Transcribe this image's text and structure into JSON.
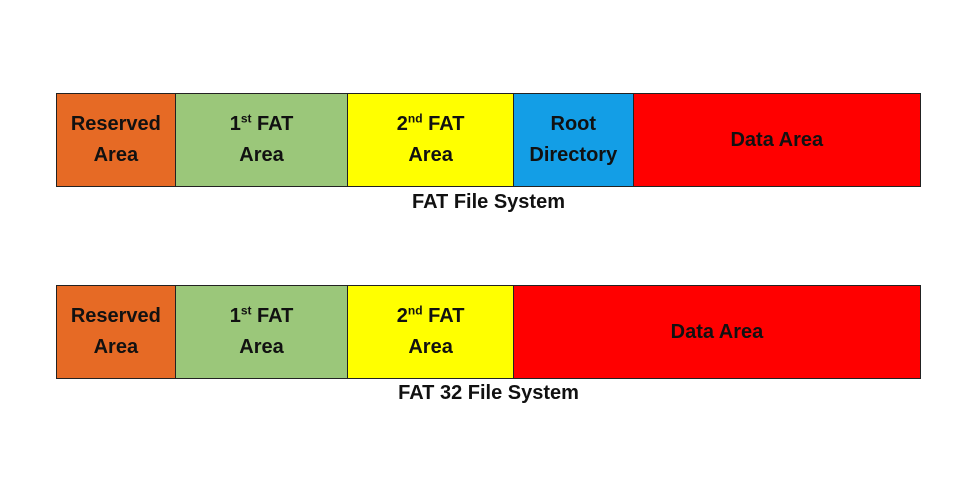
{
  "diagrams": [
    {
      "caption": "FAT File System",
      "segments": [
        {
          "line1": "Reserved",
          "sup": "",
          "line1b": "",
          "line2": "Area",
          "color": "#E66A25"
        },
        {
          "line1": "1",
          "sup": "st",
          "line1b": " FAT",
          "line2": "Area",
          "color": "#9BC77A"
        },
        {
          "line1": "2",
          "sup": "nd",
          "line1b": " FAT",
          "line2": "Area",
          "color": "#FFFF00"
        },
        {
          "line1": "Root",
          "sup": "",
          "line1b": "",
          "line2": "Directory",
          "color": "#139EE6"
        },
        {
          "line1": "Data Area",
          "sup": "",
          "line1b": "",
          "line2": "",
          "color": "#FF0000"
        }
      ]
    },
    {
      "caption": "FAT 32 File System",
      "segments": [
        {
          "line1": "Reserved",
          "sup": "",
          "line1b": "",
          "line2": "Area",
          "color": "#E66A25"
        },
        {
          "line1": "1",
          "sup": "st",
          "line1b": " FAT",
          "line2": "Area",
          "color": "#9BC77A"
        },
        {
          "line1": "2",
          "sup": "nd",
          "line1b": " FAT",
          "line2": "Area",
          "color": "#FFFF00"
        },
        {
          "line1": "Data Area",
          "sup": "",
          "line1b": "",
          "line2": "",
          "color": "#FF0000"
        }
      ]
    }
  ]
}
